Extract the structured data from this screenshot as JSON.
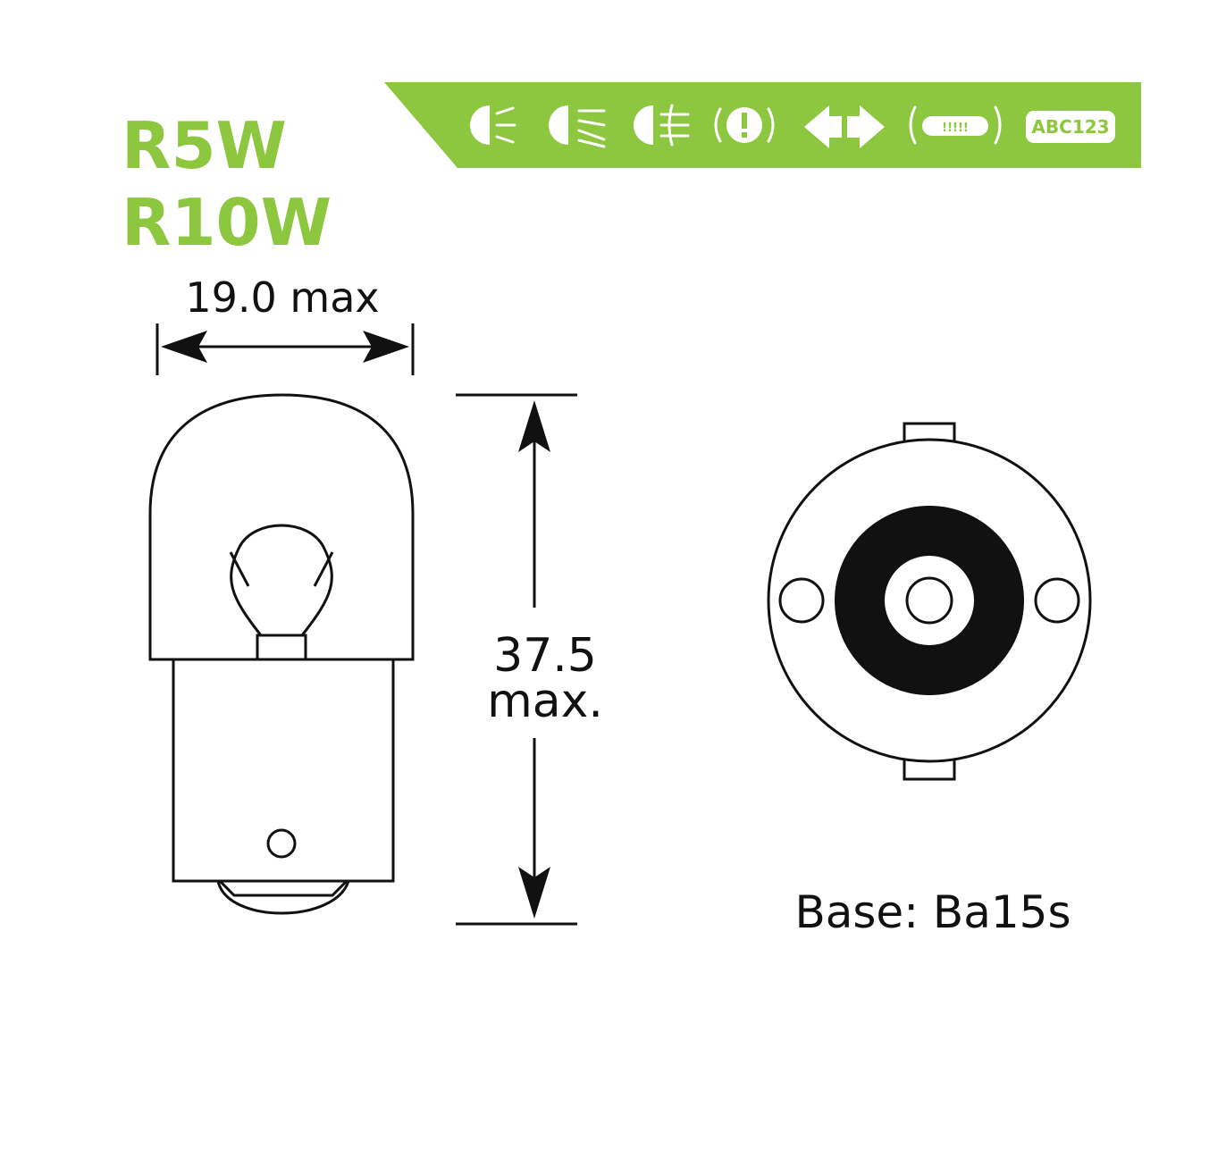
{
  "titles": {
    "line1": "R5W",
    "line2": "R10W"
  },
  "icon_bar": {
    "background_color": "#8dc63f",
    "icons": [
      "side-light-icon",
      "low-beam-icon",
      "fog-light-icon",
      "warning-light-icon",
      "turn-signal-icon",
      "license-plate-light-icon",
      "plate-text-icon"
    ],
    "plate_text": "ABC123"
  },
  "dimensions": {
    "width_label": "19.0 max",
    "height_value": "37.5",
    "height_suffix": "max."
  },
  "base_label": "Base: Ba15s",
  "colors": {
    "accent": "#8dc63f",
    "ink": "#111111"
  }
}
